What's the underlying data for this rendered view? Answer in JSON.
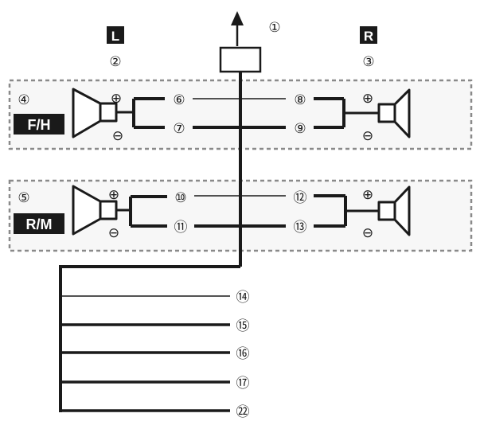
{
  "diagram": {
    "colors": {
      "ink": "#1a1a1a",
      "box_border": "#8a8a8a",
      "box_fill": "#f7f7f7"
    },
    "side_labels": {
      "left": "L",
      "right": "R"
    },
    "group_labels": {
      "front": "F/H",
      "rear": "R/M"
    },
    "polarity": {
      "plus": "⊕",
      "minus": "⊖"
    },
    "callouts": {
      "c1": "①",
      "c2": "②",
      "c3": "③",
      "c4": "④",
      "c5": "⑤",
      "c6": "⑥",
      "c7": "⑦",
      "c8": "⑧",
      "c9": "⑨",
      "c10": "⑩",
      "c11": "⑪",
      "c12": "⑫",
      "c13": "⑬",
      "c14": "⑭",
      "c15": "⑮",
      "c16": "⑯",
      "c17": "⑰",
      "c22": "㉒"
    }
  }
}
